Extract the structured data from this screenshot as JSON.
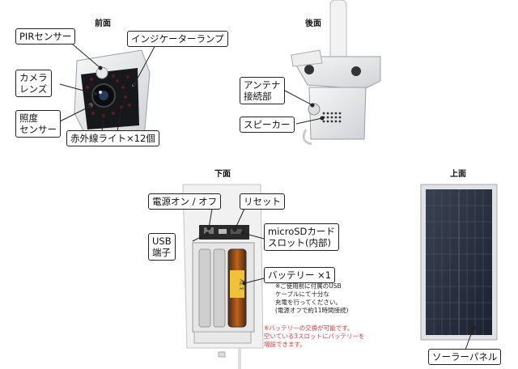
{
  "sections": {
    "front": {
      "title": "前面"
    },
    "back": {
      "title": "後面"
    },
    "bottom": {
      "title": "下面"
    },
    "top": {
      "title": "上面"
    }
  },
  "front_labels": {
    "pir_sensor": "PIRセンサー",
    "indicator_lamp": "インジケーターランプ",
    "camera_lens": [
      "カメラ",
      "レンズ"
    ],
    "light_sensor": [
      "照度",
      "センサー"
    ],
    "ir_lights": "赤外線ライト×12個"
  },
  "back_labels": {
    "antenna_connector": [
      "アンテナ",
      "接続部"
    ],
    "speaker": "スピーカー"
  },
  "bottom_labels": {
    "power_switch": "電源オン / オフ",
    "reset": "リセット",
    "usb_port": [
      "USB",
      "端子"
    ],
    "microsd_slot": [
      "microSDカード",
      "スロット(内部)"
    ],
    "battery": "バッテリー ×1",
    "battery_notes": [
      "※ご使用前に付属のUSB",
      "ケーブルにて十分な",
      "充電を行ってください。",
      "(電源オフで約11時間接続)"
    ],
    "battery_swap_notes": [
      "※バッテリーの交換が可能です。",
      "空いている3スロットにバッテリーを",
      "増設できます。"
    ]
  },
  "top_labels": {
    "solar_panel": "ソーラーパネル"
  }
}
